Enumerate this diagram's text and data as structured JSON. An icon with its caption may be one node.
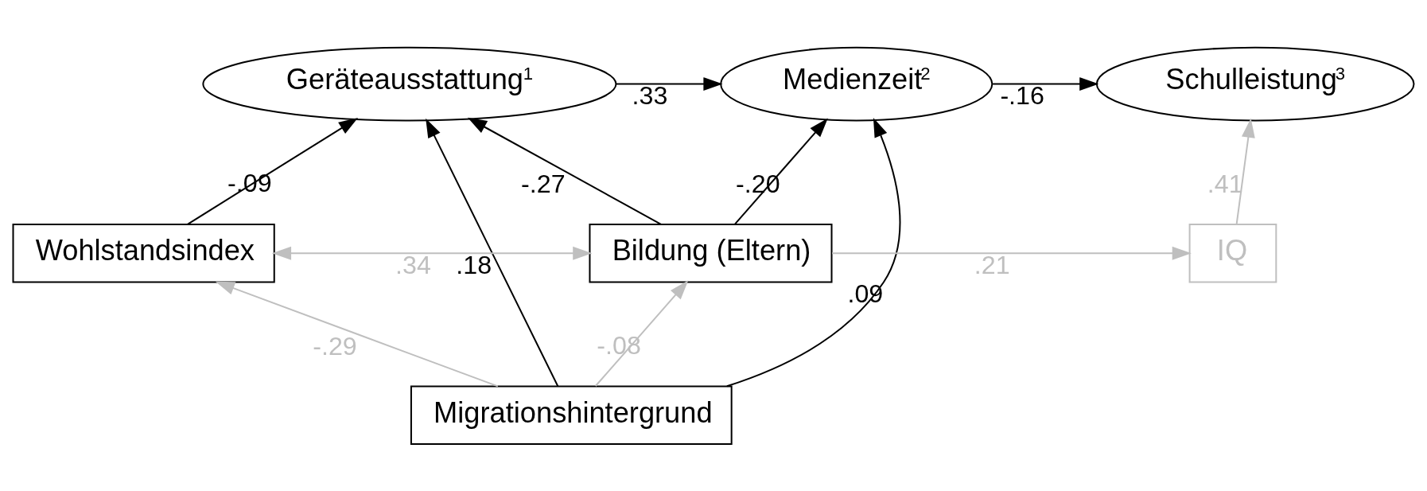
{
  "diagram": {
    "nodes": [
      {
        "text": [
          "Geräteausstattung$^{1}$"
        ]
      },
      {
        "text": [
          "Medienzeit$^{2}$"
        ]
      },
      {
        "text": [
          "Schulleistung$^{3}$"
        ]
      },
      {
        "text": [
          "Migrationshintergrund"
        ]
      },
      {
        "text": [
          "Wohlstandsindex"
        ]
      },
      {
        "text": [
          "Bildung (Eltern)"
        ]
      },
      {
        "text": [
          "IQ"
        ]
      }
    ],
    "edges": [
      {
        "from": 0,
        "to": 1,
        "arrow": "to",
        "label": ".33"
      },
      {
        "from": 1,
        "to": 2,
        "arrow": "to",
        "label": "-.16"
      },
      {
        "from": 4,
        "to": 0,
        "arrow": "to",
        "label": "-.09"
      },
      {
        "from": 3,
        "to": 0,
        "arrow": "to",
        "label": ".18"
      },
      {
        "from": 5,
        "to": 0,
        "arrow": "to",
        "label": "-.27"
      },
      {
        "from": 3,
        "to": 1,
        "arrow": "to",
        "label": ".09"
      },
      {
        "from": 5,
        "to": 1,
        "arrow": "to",
        "label": "-.20"
      },
      {
        "from": 3,
        "to": 4,
        "arrow": "to",
        "label": "-.29",
        "color": "#bfbfbf"
      },
      {
        "from": 3,
        "to": 5,
        "arrow": "to",
        "label": "-.08",
        "color": "#bfbfbf"
      },
      {
        "from": 5,
        "to": 6,
        "arrow": "to",
        "label": ".21",
        "color": "#bfbfbf"
      },
      {
        "from": 6,
        "to": 2,
        "arrow": "to",
        "label": ".41",
        "color": "#bfbfbf"
      },
      {
        "from": 4,
        "to": 5,
        "arrow": "both",
        "label": ".34",
        "color": "#bfbfbf"
      }
    ]
  }
}
